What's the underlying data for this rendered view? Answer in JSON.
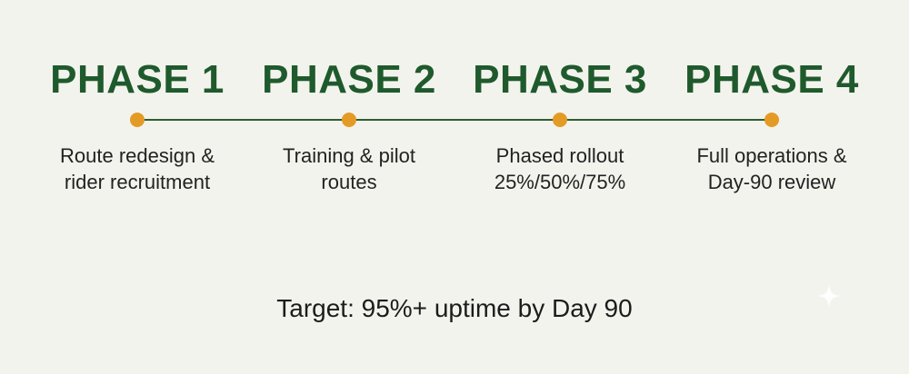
{
  "colors": {
    "background": "#f3f3ee",
    "phase_title": "#1f5a2c",
    "timeline_line": "#2d5e2f",
    "milestone_dot": "#e49b26",
    "text": "#222222"
  },
  "phases": [
    {
      "title": "PHASE 1",
      "description": [
        "Route redesign &",
        "rider recruitment"
      ]
    },
    {
      "title": "PHASE 2",
      "description": [
        "Training & pilot",
        "routes"
      ]
    },
    {
      "title": "PHASE 3",
      "description": [
        "Phased rollout",
        "25%/50%/75%"
      ]
    },
    {
      "title": "PHASE 4",
      "description": [
        "Full operations &",
        "Day-90 review"
      ]
    }
  ],
  "target": "Target: 95%+ uptime by Day 90",
  "decoration_icon": "sparkle-icon"
}
